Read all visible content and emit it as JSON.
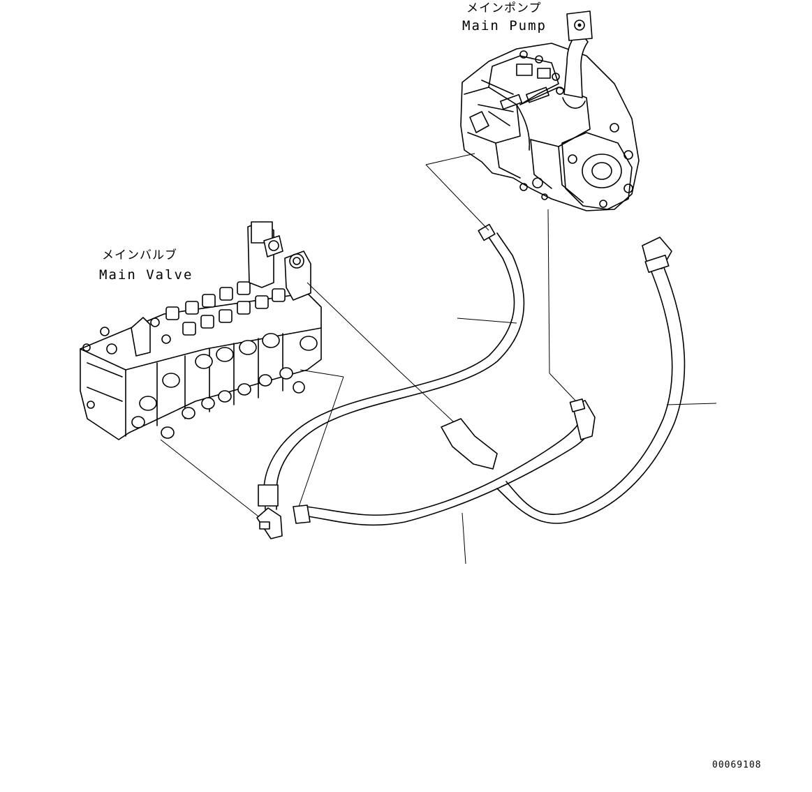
{
  "labels": {
    "main_pump_jp": "メインポンプ",
    "main_pump_en": "Main Pump",
    "main_valve_jp": "メインバルブ",
    "main_valve_en": "Main Valve",
    "drawing_number": "00069108"
  },
  "colors": {
    "line": "#000000",
    "background": "#ffffff"
  }
}
